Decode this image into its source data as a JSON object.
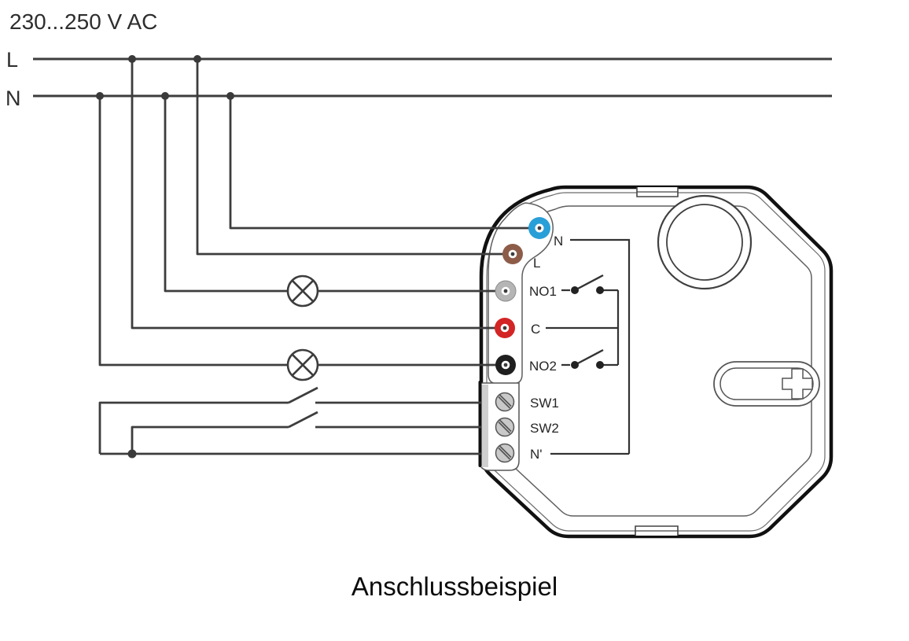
{
  "page": {
    "caption": "Anschlussbeispiel"
  },
  "supply": {
    "voltage_label": "230...250 V AC",
    "live_label": "L",
    "neutral_label": "N"
  },
  "device": {
    "terminals": [
      {
        "label": "N",
        "color": "#299fd8",
        "type": "push-wire"
      },
      {
        "label": "L",
        "color": "#8d5c48",
        "type": "push-wire"
      },
      {
        "label": "NO1",
        "color": "#b5b5b5",
        "type": "push-wire"
      },
      {
        "label": "C",
        "color": "#d32525",
        "type": "push-wire"
      },
      {
        "label": "NO2",
        "color": "#1f1f1f",
        "type": "push-wire"
      },
      {
        "label": "SW1",
        "color": "#c9c9c9",
        "type": "screw"
      },
      {
        "label": "SW2",
        "color": "#c9c9c9",
        "type": "screw"
      },
      {
        "label": "N'",
        "color": "#c9c9c9",
        "type": "screw"
      }
    ]
  },
  "colors": {
    "wire": "#3d3d3d",
    "device_outline": "#111111",
    "inner_outline": "#5f5f5f",
    "label_text": "#262626"
  }
}
